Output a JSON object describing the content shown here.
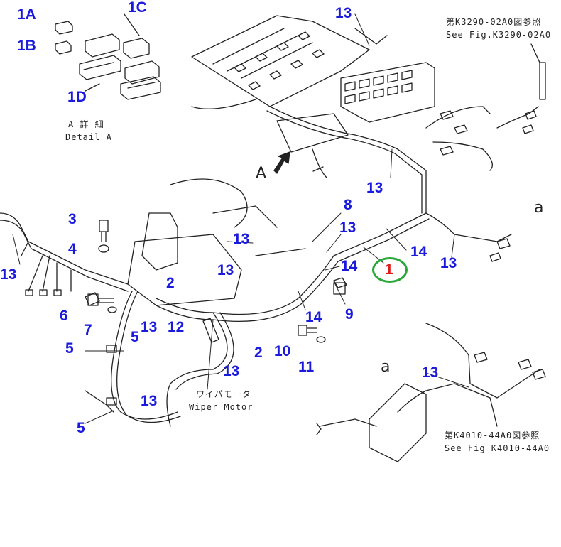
{
  "colors": {
    "callout": "#1a1adc",
    "highlight_ring": "#2aa83a",
    "highlight_number": "#e01a1a",
    "line": "#222222"
  },
  "detail_a": {
    "label_jp": "A 詳 細",
    "label_en": "Detail A"
  },
  "callouts": {
    "c1A": "1A",
    "c1B": "1B",
    "c1C": "1C",
    "c1D": "1D",
    "c3": "3",
    "c4": "4",
    "c6": "6",
    "c7": "7",
    "c5a": "5",
    "c5b": "5",
    "c5c": "5",
    "c2a": "2",
    "c2b": "2",
    "c8": "8",
    "c9": "9",
    "c10": "10",
    "c11": "11",
    "c12": "12",
    "c13_top": "13",
    "c13_b": "13",
    "c13_c": "13",
    "c13_d": "13",
    "c13_e": "13",
    "c13_f": "13",
    "c13_g": "13",
    "c13_h": "13",
    "c13_i": "13",
    "c13_j": "13",
    "c13_k": "13",
    "c14a": "14",
    "c14b": "14",
    "c14c": "14"
  },
  "highlight": {
    "number": "1"
  },
  "letters": {
    "view_a": "A",
    "ref_a_upper": "a",
    "ref_a_lower": "a"
  },
  "refs": {
    "upper_jp": "第K3290-02A0図参照",
    "upper_en": "See Fig.K3290-02A0",
    "lower_jp": "第K4010-44A0図参照",
    "lower_en": "See Fig K4010-44A0",
    "wiper_jp": "ワイパモータ",
    "wiper_en": "Wiper Motor"
  }
}
